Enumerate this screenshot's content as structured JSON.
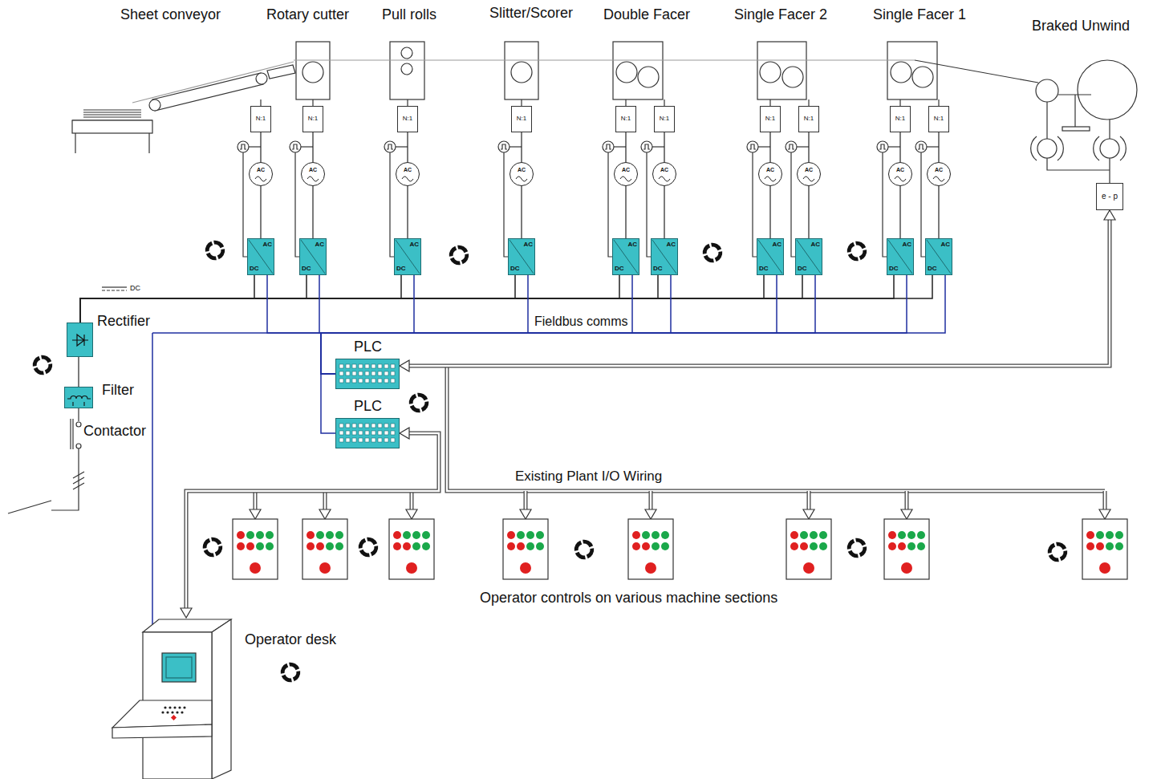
{
  "diagram": {
    "nodes": [
      {
        "text": [
          "N:1"
        ]
      },
      {
        "text": [
          "N:1"
        ]
      },
      {
        "text": [
          "N:1"
        ]
      },
      {
        "text": [
          "N:1"
        ]
      },
      {
        "text": [
          "N:1"
        ]
      },
      {
        "text": [
          "N:1"
        ]
      },
      {
        "text": [
          "N:1"
        ]
      },
      {
        "text": [
          "N:1"
        ]
      },
      {
        "text": [
          "N:1"
        ]
      },
      {
        "text": [
          "N:1"
        ]
      },
      {
        "text": [
          "AC"
        ]
      },
      {
        "text": [
          "AC"
        ]
      },
      {
        "text": [
          "AC"
        ]
      },
      {
        "text": [
          "AC"
        ]
      },
      {
        "text": [
          "AC"
        ]
      },
      {
        "text": [
          "AC"
        ]
      },
      {
        "text": [
          "AC"
        ]
      },
      {
        "text": [
          "AC"
        ]
      },
      {
        "text": [
          "AC"
        ]
      },
      {
        "text": [
          "AC"
        ]
      },
      {
        "text": [
          "e - p"
        ]
      },
      {
        "text": [
          "AC",
          "DC"
        ]
      },
      {
        "text": [
          "AC",
          "DC"
        ]
      },
      {
        "text": [
          "AC",
          "DC"
        ]
      },
      {
        "text": [
          "AC",
          "DC"
        ]
      },
      {
        "text": [
          "AC",
          "DC"
        ]
      },
      {
        "text": [
          "AC",
          "DC"
        ]
      },
      {
        "text": [
          "AC",
          "DC"
        ]
      },
      {
        "text": [
          "AC",
          "DC"
        ]
      },
      {
        "text": [
          "AC",
          "DC"
        ]
      },
      {
        "text": [
          "AC",
          "DC"
        ]
      },
      {
        "text": [
          "Rectifier"
        ]
      },
      {
        "text": [
          "PLC"
        ]
      },
      {
        "text": [
          "Filter"
        ]
      },
      {
        "text": [
          "PLC"
        ]
      },
      {
        "text": [
          "Operator desk"
        ]
      }
    ],
    "edges": [
      {
        "from": 0,
        "to": 10,
        "arrow": "none"
      },
      {
        "from": 1,
        "to": 11,
        "arrow": "none"
      },
      {
        "from": 2,
        "to": 12,
        "arrow": "none"
      },
      {
        "from": 3,
        "to": 13,
        "arrow": "none"
      },
      {
        "from": 4,
        "to": 14,
        "arrow": "none"
      },
      {
        "from": 5,
        "to": 15,
        "arrow": "none"
      },
      {
        "from": 6,
        "to": 16,
        "arrow": "none"
      },
      {
        "from": 7,
        "to": 17,
        "arrow": "none"
      },
      {
        "from": 8,
        "to": 18,
        "arrow": "none"
      },
      {
        "from": 9,
        "to": 19,
        "arrow": "none"
      },
      {
        "from": 21,
        "to": 10,
        "arrow": "none"
      },
      {
        "from": 22,
        "to": 11,
        "arrow": "none"
      },
      {
        "from": 23,
        "to": 12,
        "arrow": "none"
      },
      {
        "from": 24,
        "to": 13,
        "arrow": "none"
      },
      {
        "from": 25,
        "to": 14,
        "arrow": "none"
      },
      {
        "from": 26,
        "to": 15,
        "arrow": "none"
      },
      {
        "from": 27,
        "to": 16,
        "arrow": "none"
      },
      {
        "from": 28,
        "to": 17,
        "arrow": "none"
      },
      {
        "from": 29,
        "to": 18,
        "arrow": "none"
      },
      {
        "from": 30,
        "to": 19,
        "arrow": "none"
      },
      {
        "from": 21,
        "to": 31,
        "arrow": "none"
      },
      {
        "from": 22,
        "to": 31,
        "arrow": "none"
      },
      {
        "from": 23,
        "to": 31,
        "arrow": "none"
      },
      {
        "from": 24,
        "to": 31,
        "arrow": "none"
      },
      {
        "from": 25,
        "to": 31,
        "arrow": "none"
      },
      {
        "from": 26,
        "to": 31,
        "arrow": "none"
      },
      {
        "from": 27,
        "to": 31,
        "arrow": "none"
      },
      {
        "from": 28,
        "to": 31,
        "arrow": "none"
      },
      {
        "from": 29,
        "to": 31,
        "arrow": "none"
      },
      {
        "from": 30,
        "to": 31,
        "arrow": "none"
      },
      {
        "from": 21,
        "to": 32,
        "arrow": "none"
      },
      {
        "from": 22,
        "to": 32,
        "arrow": "none"
      },
      {
        "from": 23,
        "to": 32,
        "arrow": "none"
      },
      {
        "from": 24,
        "to": 32,
        "arrow": "none"
      },
      {
        "from": 25,
        "to": 32,
        "arrow": "none"
      },
      {
        "from": 26,
        "to": 32,
        "arrow": "none"
      },
      {
        "from": 27,
        "to": 32,
        "arrow": "none"
      },
      {
        "from": 28,
        "to": 32,
        "arrow": "none"
      },
      {
        "from": 29,
        "to": 32,
        "arrow": "none"
      },
      {
        "from": 30,
        "to": 32,
        "arrow": "none"
      },
      {
        "from": 31,
        "to": 33,
        "arrow": "none"
      },
      {
        "from": 32,
        "to": 34,
        "arrow": "none"
      },
      {
        "from": 32,
        "to": 20,
        "arrow": "both"
      },
      {
        "from": 34,
        "to": 35,
        "arrow": "both"
      }
    ],
    "labels": [
      "Sheet conveyor",
      "Rotary cutter",
      "Pull rolls",
      "Slitter/Scorer",
      "Double Facer",
      "Single Facer 2",
      "Single Facer 1",
      "Braked Unwind",
      "DC",
      "Fieldbus comms",
      "Contactor",
      "Existing Plant I/O Wiring",
      "Operator controls on various machine sections"
    ]
  }
}
